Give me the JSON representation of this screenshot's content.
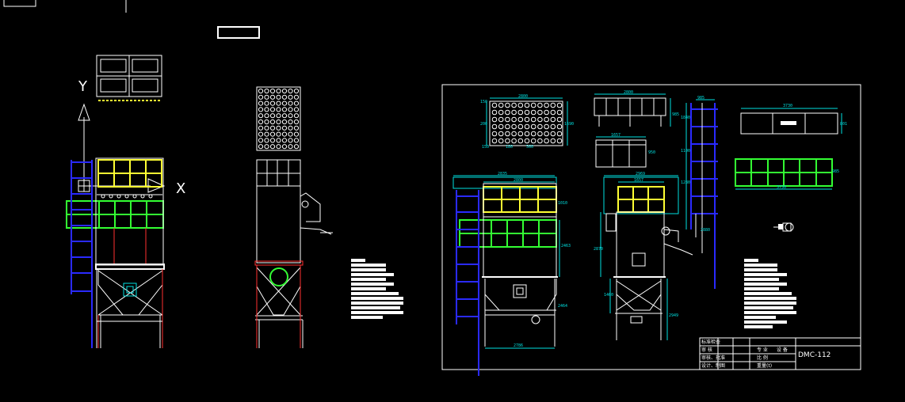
{
  "axes": {
    "y_label": "Y",
    "x_label": "X"
  },
  "colors": {
    "background": "#000000",
    "outline": "#ffffff",
    "filter_bags": "#ffff33",
    "frame": "#33ff33",
    "ladder": "#2a2aff",
    "column": "#ff3030",
    "dimension": "#00e0e0"
  },
  "dimensions": {
    "plan_width": "2800",
    "plan_small": [
      "150",
      "200",
      "180",
      "560"
    ],
    "plan_side": "1690",
    "top_view_width": "2800",
    "top_view_height": "985",
    "small_view_width": "1657",
    "small_view_height": "950",
    "ladder_top": "985",
    "ladder_marks": [
      "1840",
      "1100",
      "1280",
      "2880"
    ],
    "right_top_width": "3730",
    "right_top_height": "801",
    "right_green_width": "3730",
    "right_green_height": "985",
    "front_overall": "2835",
    "front_width": "2800",
    "front_height_top": "1010",
    "front_height_mid": "2463",
    "front_height_low": "2464",
    "front_bottom": "2786",
    "side_overall": "2969",
    "side_width": "1657",
    "side_height": "2870",
    "side_low": "1460",
    "side_bottom": "2949"
  },
  "title_block": {
    "model": "DMC-112",
    "row_labels": [
      "标准检查",
      "审 核",
      "审核、批准",
      "设计、制图"
    ],
    "mid_labels": [
      "专 业",
      "设 备",
      "比 例",
      "重量(t)"
    ]
  }
}
